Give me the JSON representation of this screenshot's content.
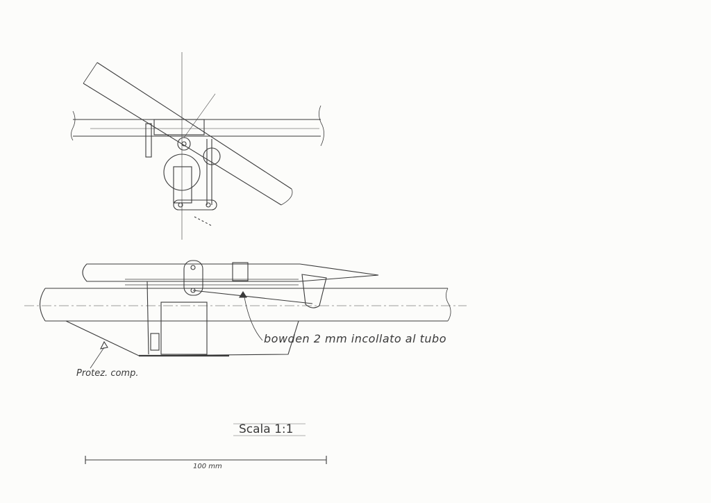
{
  "drawing": {
    "annotations": {
      "bowden": "bowden 2 mm incollato al tubo",
      "protection": "Protez. comp.",
      "scale": "Scala 1:1",
      "scale_bar": "100 mm"
    },
    "scale_bar_length_mm": 100,
    "ink_color": "#3a3a3a"
  }
}
